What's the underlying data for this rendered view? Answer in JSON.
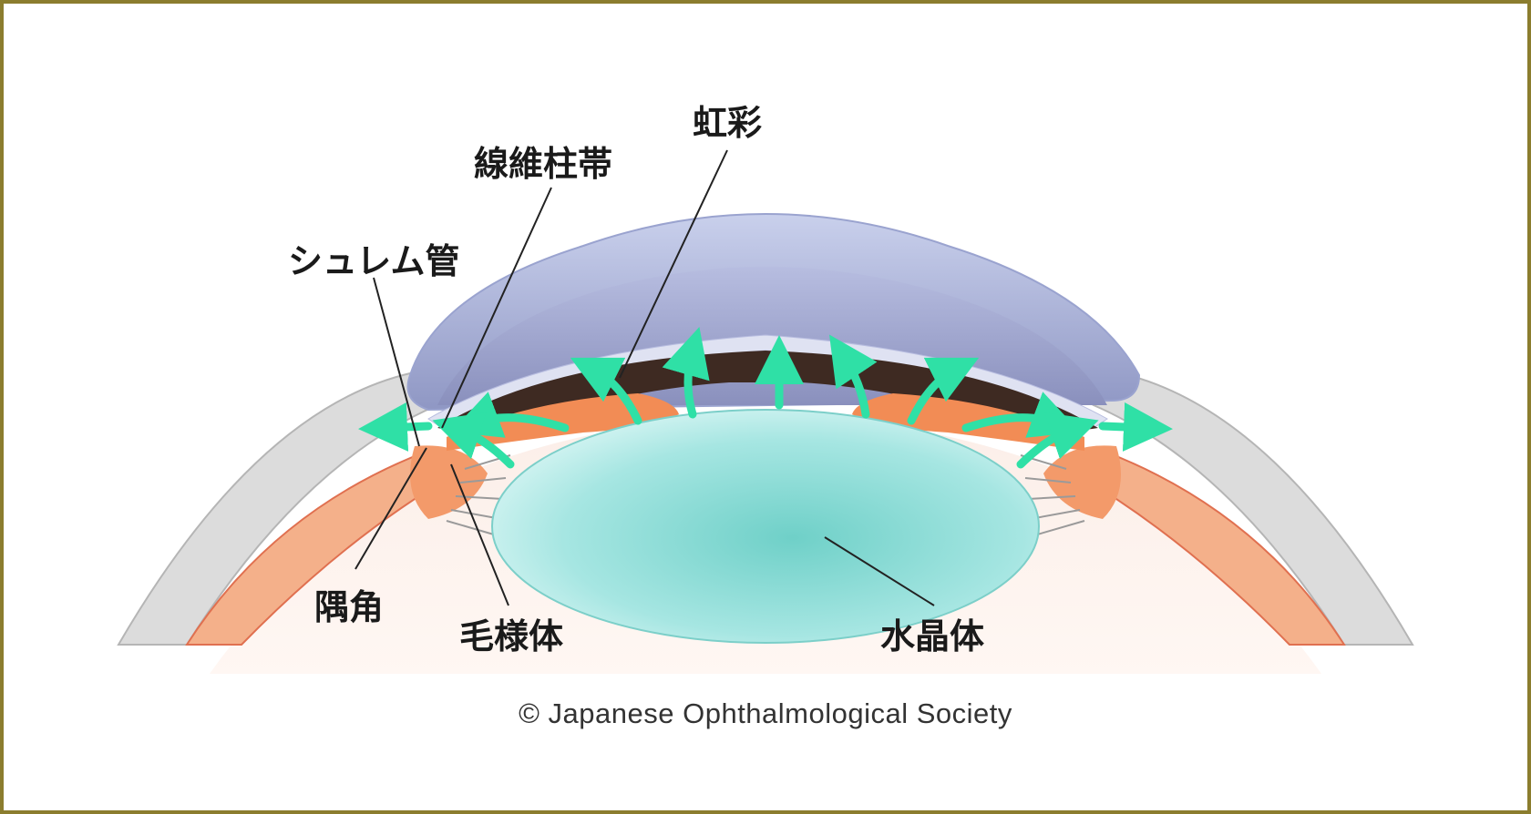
{
  "labels": {
    "iris": "虹彩",
    "trabecular_meshwork": "線維柱帯",
    "schlemm_canal": "シュレム管",
    "angle": "隅角",
    "ciliary_body": "毛様体",
    "lens": "水晶体"
  },
  "copyright": "© Japanese Ophthalmological Society",
  "colors": {
    "frame": "#8b7d2e",
    "cornea": "#a6aed6",
    "sclera": "#d9d9d9",
    "lens": "#8fdcd6",
    "iris_pigment": "#3e2a22",
    "iris_stroma": "#f28c55",
    "aqueous_flow": "#2fe0a6"
  }
}
